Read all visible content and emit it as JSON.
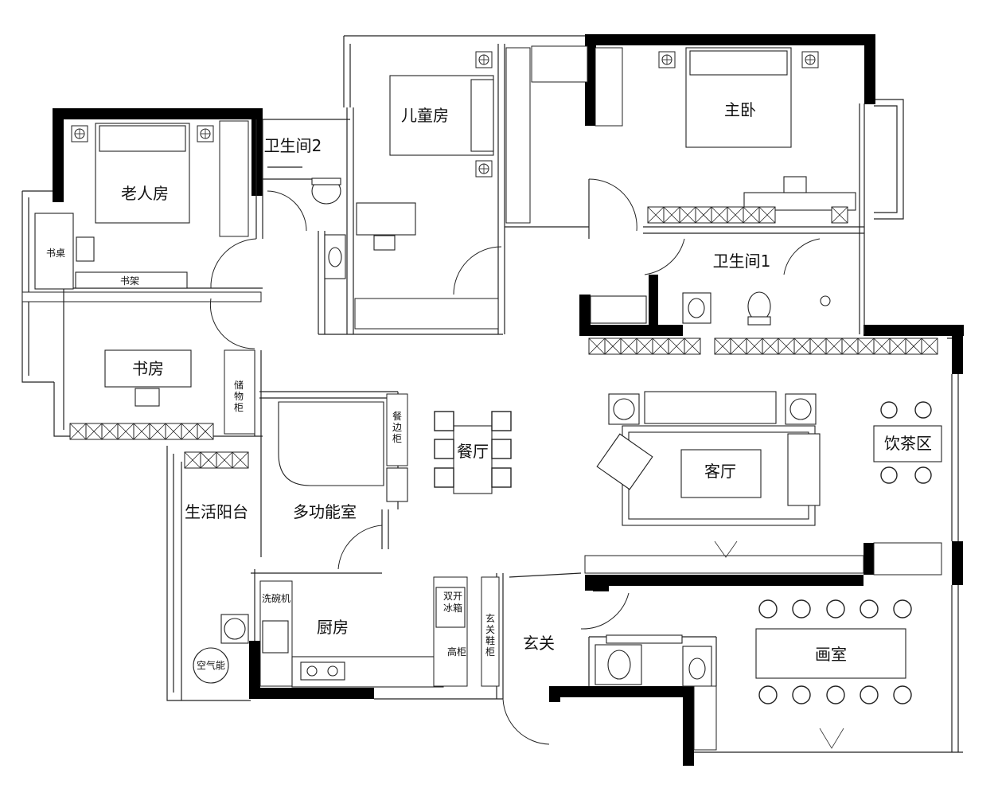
{
  "rooms": {
    "elderly_room": "老人房",
    "bathroom_2": "卫生间2",
    "children_room": "儿童房",
    "master_bedroom": "主卧",
    "bathroom_1": "卫生间1",
    "study": "书房",
    "dining_room": "餐厅",
    "living_room": "客厅",
    "tea_area": "饮茶区",
    "service_balcony": "生活阳台",
    "multi_function_room": "多功能室",
    "kitchen": "厨房",
    "entrance": "玄关",
    "studio": "画室"
  },
  "fixtures": {
    "desk": "书桌",
    "bookshelf": "书架",
    "storage_cabinet": [
      "储",
      "物",
      "柜"
    ],
    "sideboard": [
      "餐",
      "边",
      "柜"
    ],
    "dishwasher": "洗碗机",
    "fridge": [
      "双开",
      "冰箱"
    ],
    "shoe_cabinet": [
      "玄",
      "关",
      "鞋",
      "柜"
    ],
    "tall_cabinet": "高柜",
    "heat_pump": "空气能"
  }
}
